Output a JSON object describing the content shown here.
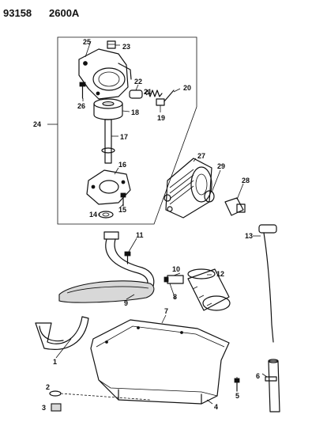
{
  "header": {
    "diagram_number": "93158",
    "group_code": "2600A"
  },
  "callouts": {
    "c1": "1",
    "c2": "2",
    "c3": "3",
    "c4": "4",
    "c5": "5",
    "c6": "6",
    "c7": "7",
    "c8": "8",
    "c9": "9",
    "c10": "10",
    "c11": "11",
    "c12": "12",
    "c13": "13",
    "c14": "14",
    "c15": "15",
    "c16": "16",
    "c17": "17",
    "c18": "18",
    "c19": "19",
    "c20": "20",
    "c21": "21",
    "c22": "22",
    "c23": "23",
    "c24": "24",
    "c25": "25",
    "c26": "26",
    "c27": "27",
    "c28": "28",
    "c29": "29"
  }
}
